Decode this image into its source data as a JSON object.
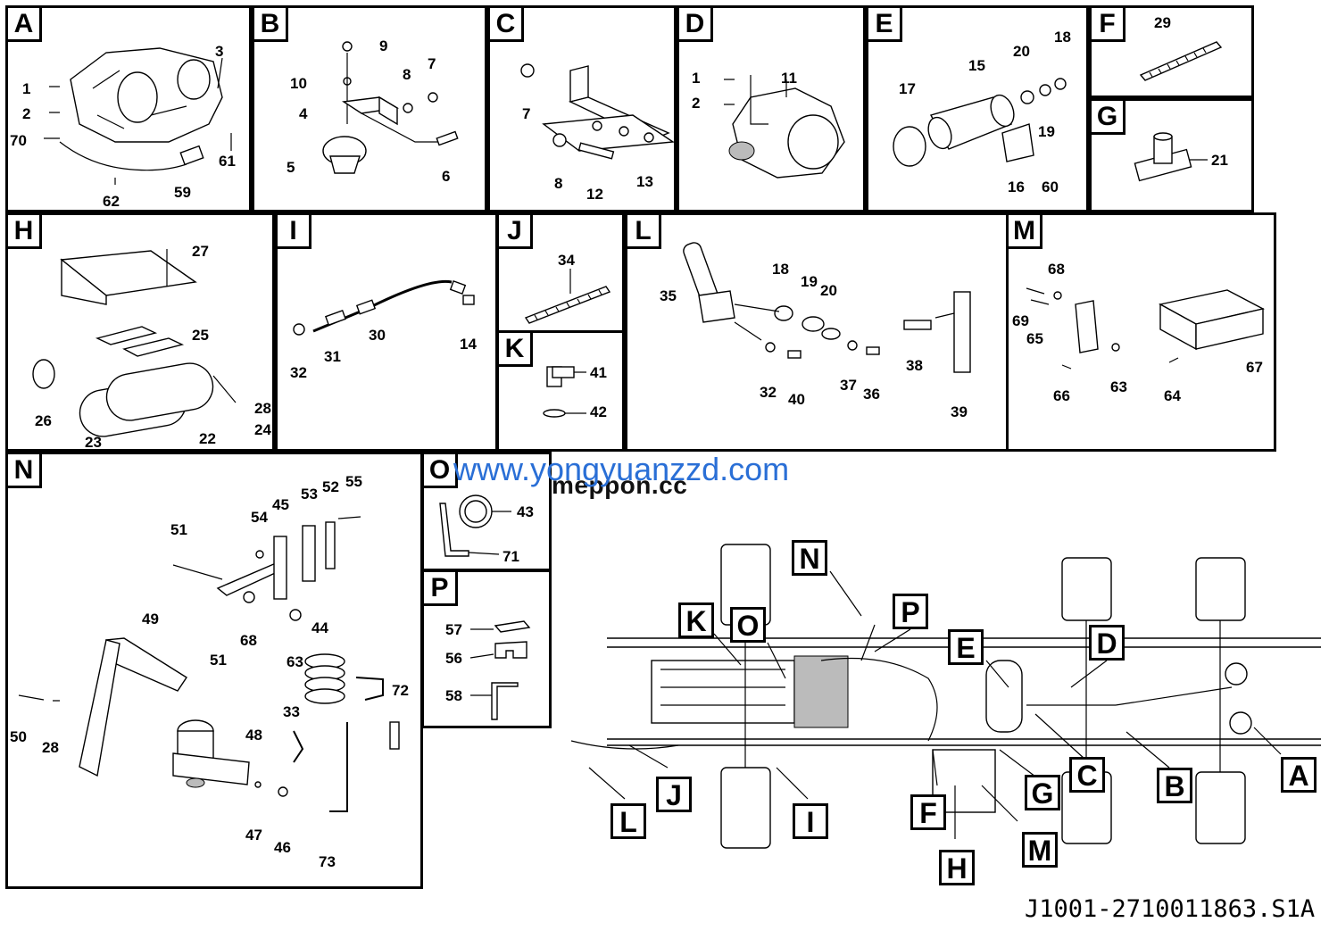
{
  "panels": [
    {
      "id": "A",
      "numbers": [
        "1",
        "2",
        "70",
        "3",
        "61",
        "62",
        "59"
      ]
    },
    {
      "id": "B",
      "numbers": [
        "9",
        "10",
        "8",
        "7",
        "4",
        "5",
        "6"
      ]
    },
    {
      "id": "C",
      "numbers": [
        "7",
        "8",
        "12",
        "13"
      ]
    },
    {
      "id": "D",
      "numbers": [
        "1",
        "11",
        "2"
      ]
    },
    {
      "id": "E",
      "numbers": [
        "18",
        "20",
        "15",
        "17",
        "19",
        "16",
        "60"
      ]
    },
    {
      "id": "F",
      "numbers": [
        "29"
      ]
    },
    {
      "id": "G",
      "numbers": [
        "21"
      ]
    },
    {
      "id": "H",
      "numbers": [
        "27",
        "25",
        "28",
        "24",
        "26",
        "23",
        "22"
      ]
    },
    {
      "id": "I",
      "numbers": [
        "30",
        "31",
        "32",
        "14"
      ]
    },
    {
      "id": "J",
      "numbers": [
        "34"
      ]
    },
    {
      "id": "K",
      "numbers": [
        "41",
        "42"
      ]
    },
    {
      "id": "L",
      "numbers": [
        "35",
        "18",
        "19",
        "20",
        "38",
        "32",
        "40",
        "37",
        "36",
        "39"
      ]
    },
    {
      "id": "M",
      "numbers": [
        "68",
        "69",
        "65",
        "67",
        "66",
        "63",
        "64"
      ]
    },
    {
      "id": "N",
      "numbers": [
        "55",
        "52",
        "53",
        "45",
        "54",
        "51",
        "68",
        "63",
        "49",
        "44",
        "51",
        "72",
        "33",
        "48",
        "50",
        "28",
        "47",
        "46",
        "73"
      ]
    },
    {
      "id": "O",
      "numbers": [
        "43",
        "71"
      ]
    },
    {
      "id": "P",
      "numbers": [
        "57",
        "56",
        "58"
      ]
    }
  ],
  "chassis_callouts": [
    "N",
    "P",
    "K",
    "O",
    "E",
    "D",
    "C",
    "B",
    "A",
    "G",
    "F",
    "M",
    "H",
    "L",
    "J",
    "I"
  ],
  "watermark": "www.yongyuanzzd.com",
  "watermark2": "meppon.cc",
  "document_number": "J1001-2710011863.S1A"
}
